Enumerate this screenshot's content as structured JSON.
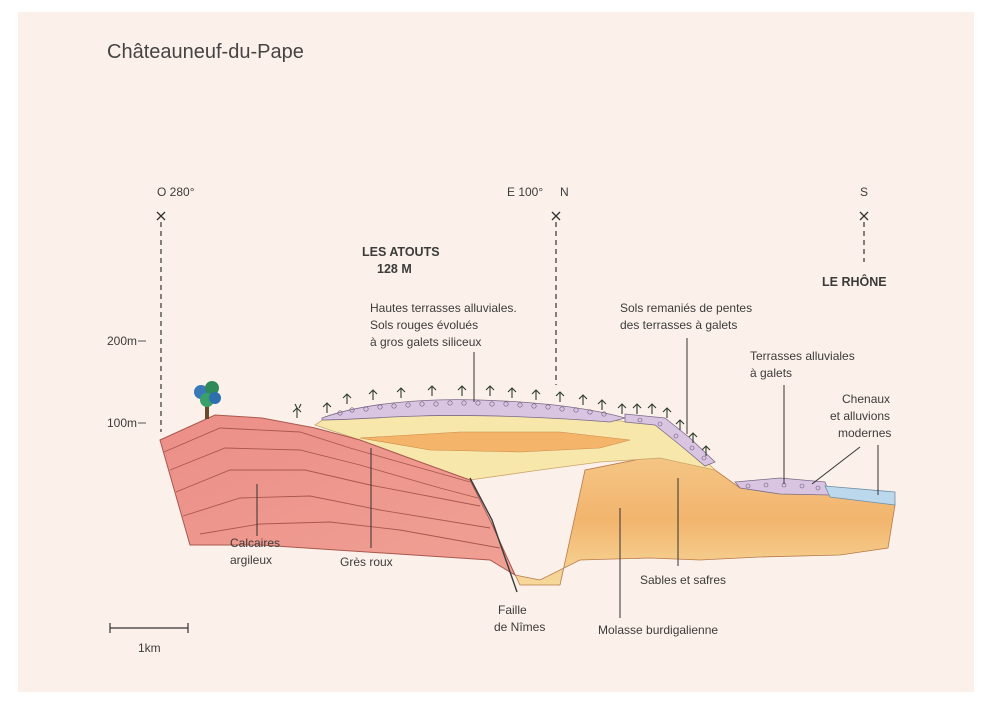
{
  "title": "Châteauneuf-du-Pape",
  "orientation": {
    "west": "O 280°",
    "east": "E 100°",
    "north": "N",
    "south": "S"
  },
  "site": {
    "name": "LES ATOUTS",
    "altitude": "128 M"
  },
  "river": "LE RHÔNE",
  "altitude_marks": [
    "200m",
    "100m"
  ],
  "scale_bar": "1km",
  "labels": {
    "hautes_terrasses": [
      "Hautes terrasses alluviales.",
      "Sols rouges évolués",
      "à gros galets siliceux"
    ],
    "sols_remanies": [
      "Sols remaniés de pentes",
      "des terrasses à galets"
    ],
    "terrasses_alluviales": [
      "Terrasses alluviales",
      "à galets"
    ],
    "chenaux": [
      "Chenaux",
      "et alluvions",
      "modernes"
    ],
    "calcaires": [
      "Calcaires",
      "argileux"
    ],
    "gres": "Grès roux",
    "faille": [
      "Faille",
      "de Nîmes"
    ],
    "sables": "Sables et safres",
    "molasse": "Molasse burdigalienne"
  },
  "colors": {
    "background": "#fcf1ea",
    "calcaires": "#ec8f86",
    "molasse": "#f2b86d",
    "gres": "#f7e6a8",
    "galets": "#d7c4e0",
    "alluvions": "#bcd8ec",
    "vine": "#2c3a2c"
  }
}
